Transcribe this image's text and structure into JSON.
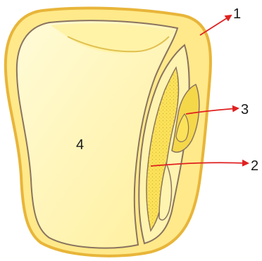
{
  "diagram": {
    "labels": [
      {
        "id": "label-1",
        "text": "1"
      },
      {
        "id": "label-2",
        "text": "2"
      },
      {
        "id": "label-3",
        "text": "3"
      },
      {
        "id": "label-4",
        "text": "4"
      }
    ],
    "colors": {
      "outline": "#e8b53a",
      "outline_dark": "#8a7360",
      "fill_light": "#fff7c0",
      "fill_mid": "#ffee8a",
      "embryo": "#fbe25a",
      "embryo_dots": "#d8b530",
      "arrow": "#e02020",
      "text": "#1a1a1a"
    }
  }
}
